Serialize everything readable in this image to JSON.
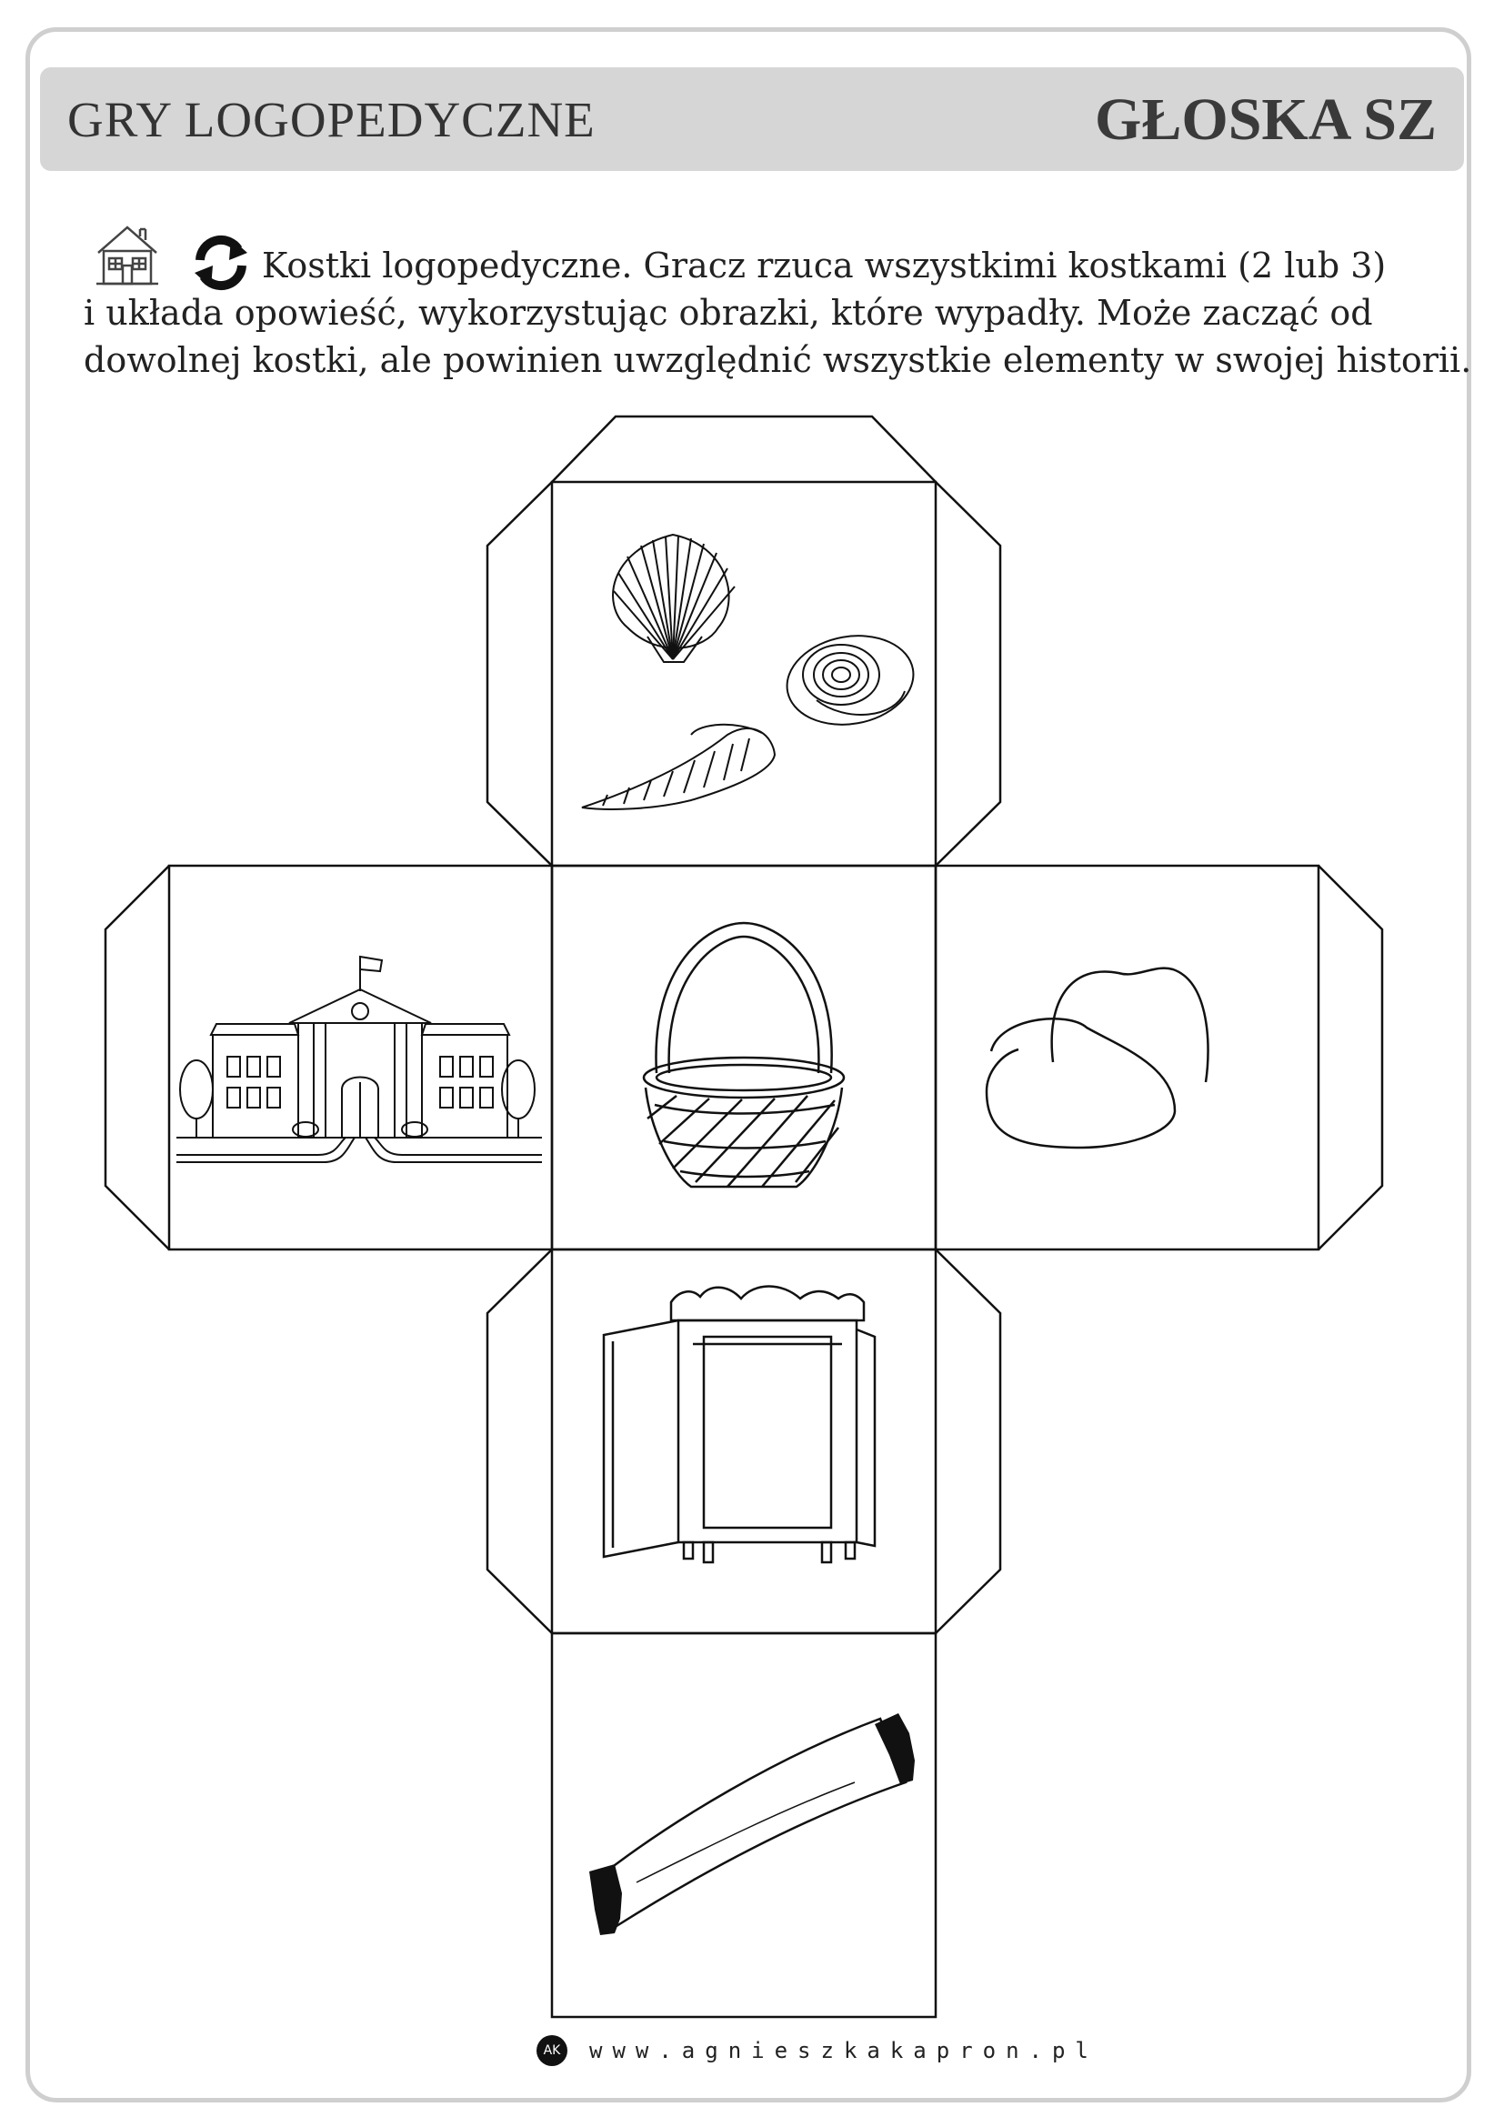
{
  "header": {
    "left_title": "GRY LOGOPEDYCZNE",
    "right_title": "GŁOSKA SZ"
  },
  "instructions": {
    "icons": [
      "house-icon",
      "refresh-icon"
    ],
    "line1": "Kostki logopedyczne. Gracz rzuca wszystkimi kostkami (2 lub 3)",
    "line2": "i układa opowieść, wykorzystując obrazki, które wypadły. Może zacząć od",
    "line3": "dowolnej kostki, ale powinien uwzględnić wszystkie elementy w swojej historii."
  },
  "dice_net": {
    "faces": [
      {
        "position": "top",
        "picture": "shells-icon"
      },
      {
        "position": "left",
        "picture": "school-building-icon"
      },
      {
        "position": "center",
        "picture": "basket-icon"
      },
      {
        "position": "right",
        "picture": "hat-icon"
      },
      {
        "position": "below-center",
        "picture": "wardrobe-icon"
      },
      {
        "position": "bottom",
        "picture": "scarf-icon"
      }
    ],
    "line_color": "#111111"
  },
  "footer": {
    "logo_text": "AK",
    "url": "www.agnieszkakapron.pl"
  }
}
